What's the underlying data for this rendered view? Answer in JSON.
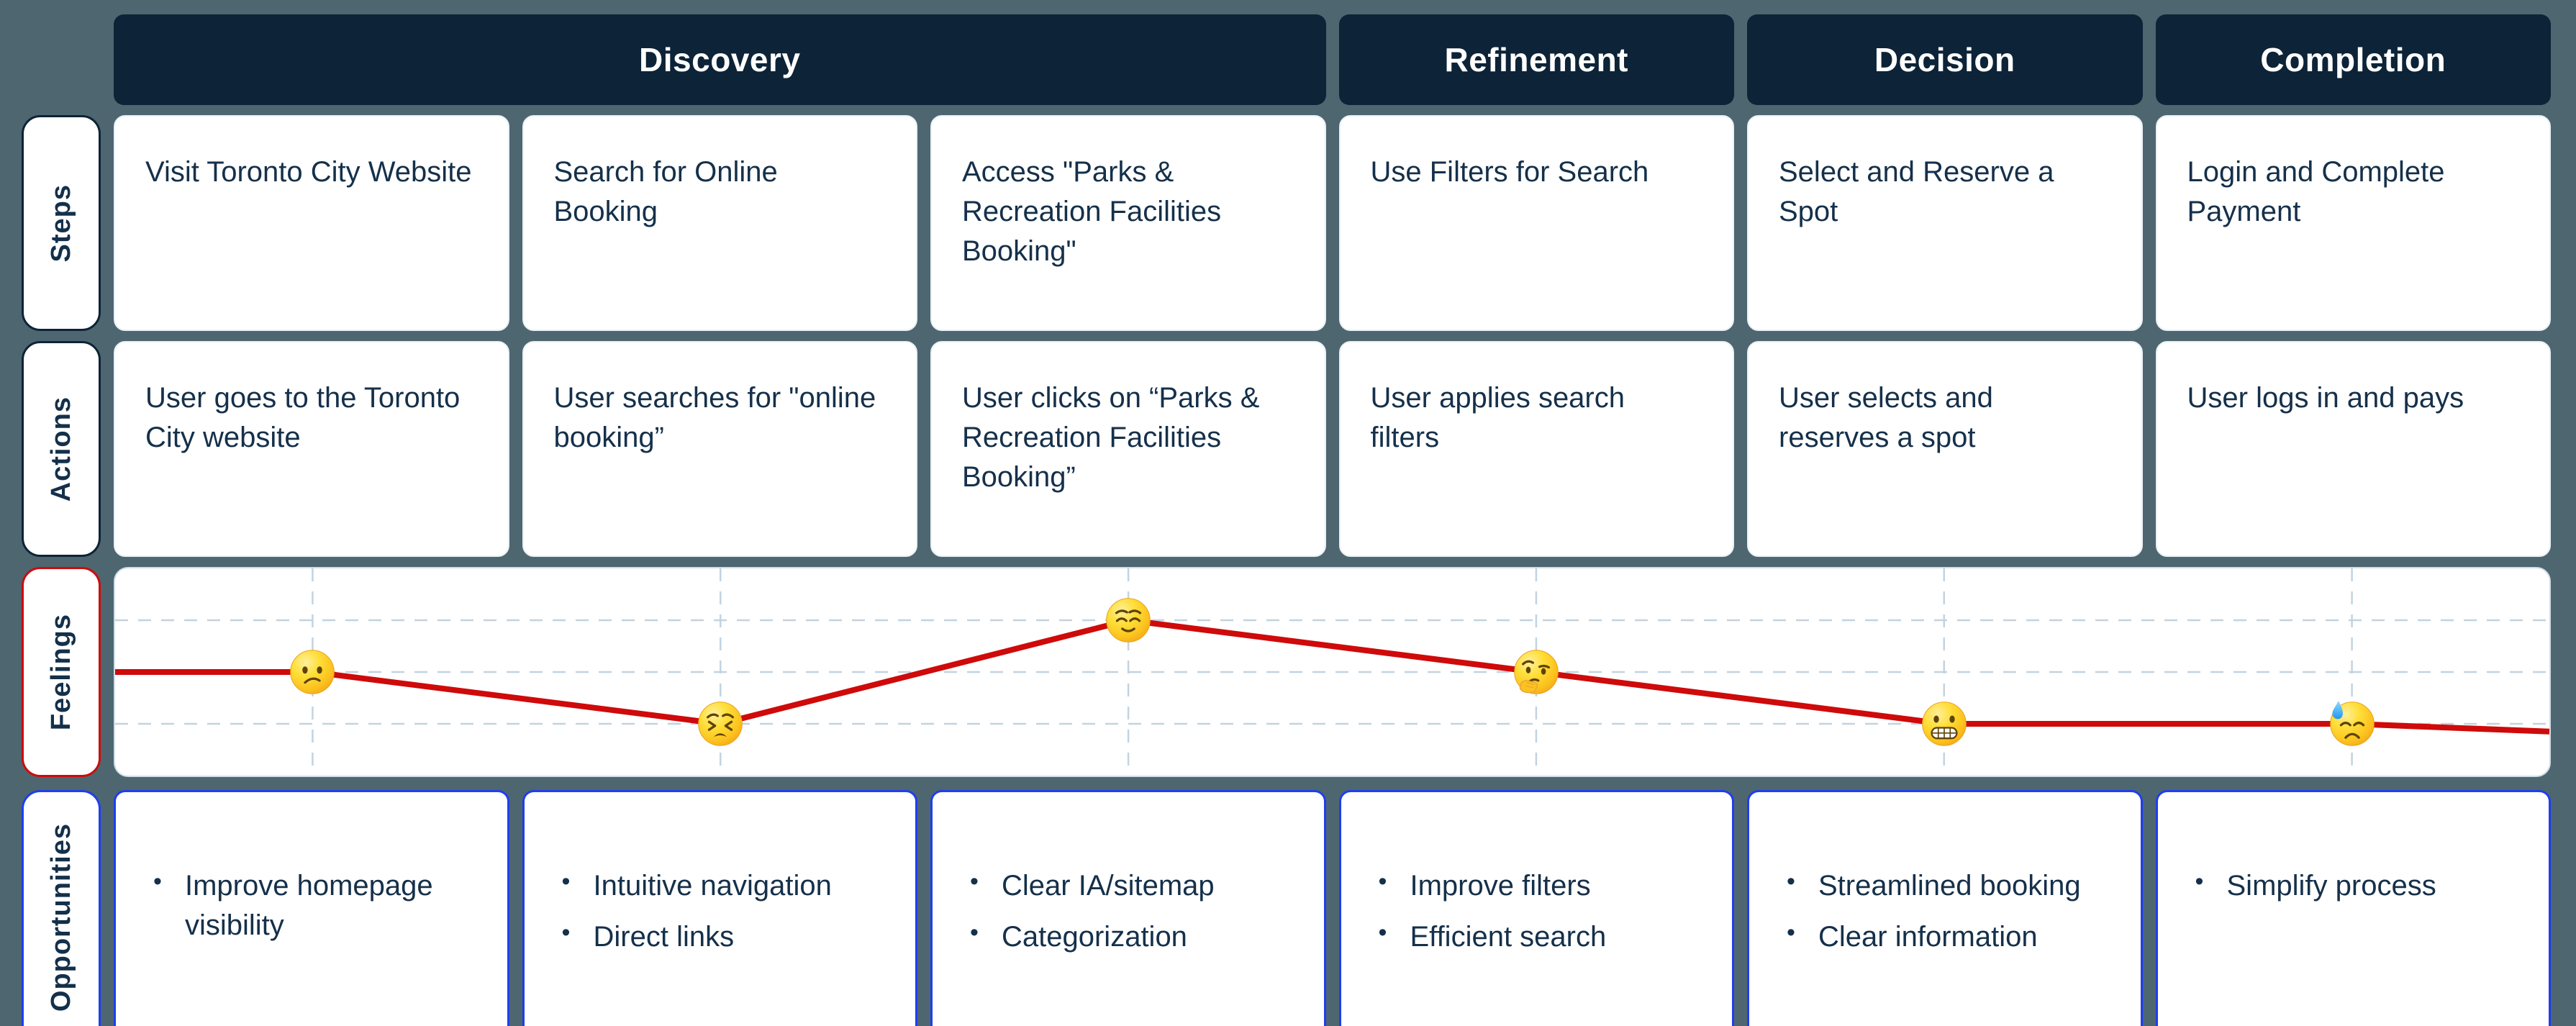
{
  "phases": [
    {
      "label": "Discovery",
      "span": 3
    },
    {
      "label": "Refinement",
      "span": 1
    },
    {
      "label": "Decision",
      "span": 1
    },
    {
      "label": "Completion",
      "span": 1
    }
  ],
  "rows": {
    "steps": {
      "label": "Steps",
      "cards": [
        {
          "text": "Visit Toronto City Website"
        },
        {
          "text": "Search for Online\nBooking"
        },
        {
          "text": "Access \"Parks &\nRecreation Facilities\nBooking\""
        },
        {
          "text": "Use Filters for Search"
        },
        {
          "text": "Select and Reserve a\nSpot"
        },
        {
          "text": "Login and Complete\nPayment"
        }
      ]
    },
    "actions": {
      "label": "Actions",
      "cards": [
        {
          "text": "User goes to the Toronto\nCity website"
        },
        {
          "text": "User searches for \"online\nbooking”"
        },
        {
          "text": "User clicks on “Parks &\nRecreation Facilities\nBooking”"
        },
        {
          "text": "User applies search\nfilters"
        },
        {
          "text": "User selects and\nreserves a spot"
        },
        {
          "text": "User logs in and pays"
        }
      ]
    },
    "feelings": {
      "label": "Feelings"
    },
    "opportunities": {
      "label": "Opportunities",
      "cards": [
        {
          "items": [
            "Improve homepage visibility"
          ]
        },
        {
          "items": [
            "Intuitive navigation",
            "Direct links"
          ]
        },
        {
          "items": [
            "Clear IA/sitemap",
            "Categorization"
          ]
        },
        {
          "items": [
            "Improve filters",
            "Efficient search"
          ]
        },
        {
          "items": [
            "Streamlined booking",
            "Clear information"
          ]
        },
        {
          "items": [
            "Simplify process"
          ]
        }
      ]
    }
  },
  "chart_data": {
    "type": "line",
    "title": "Feelings sentiment curve across journey phases",
    "x_labels": [
      "Visit Toronto City Website",
      "Search for Online Booking",
      "Access Parks & Recreation Facilities Booking",
      "Use Filters for Search",
      "Select and Reserve a Spot",
      "Login and Complete Payment"
    ],
    "values": [
      0,
      -1,
      1,
      0,
      -1,
      -1
    ],
    "start_value": 0,
    "end_value": -1.15,
    "ylim": [
      -2,
      2
    ],
    "grid": true,
    "gridline_levels": [
      1,
      0,
      -1
    ],
    "emojis": [
      {
        "name": "confused-face",
        "char": "😕"
      },
      {
        "name": "persevering-face",
        "char": "😣"
      },
      {
        "name": "relieved-face",
        "char": "😌"
      },
      {
        "name": "thinking-face",
        "char": "🤔"
      },
      {
        "name": "grimacing-face",
        "char": "😬"
      },
      {
        "name": "sad-sweat-face",
        "char": "😓"
      }
    ],
    "line_color": "#cf0a0a"
  },
  "colors": {
    "background": "#4e666f",
    "phase_header_bg": "#0d2337",
    "phase_header_text": "#ffffff",
    "card_bg": "#ffffff",
    "card_text": "#15304a",
    "steps_actions_border": "#0d2337",
    "feelings_border": "#cc0c0c",
    "opportunities_border": "#1f3df0",
    "chart_gridline": "#c2d3e0",
    "chart_line": "#cf0a0a"
  }
}
